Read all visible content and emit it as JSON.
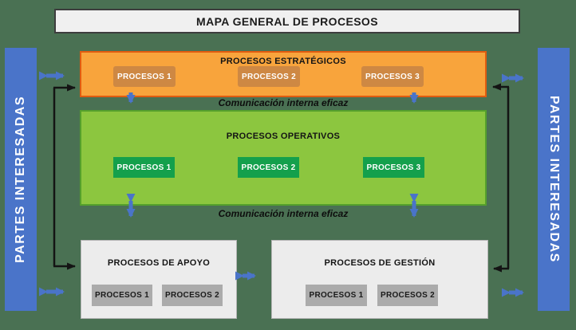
{
  "title": "MAPA GENERAL DE PROCESOS",
  "side_bars": {
    "left_label": "PARTES INTERESADAS",
    "right_label": "PARTES INTERESADAS"
  },
  "sections": {
    "strategic": {
      "title": "PROCESOS ESTRATÉGICOS",
      "items": [
        "PROCESOS 1",
        "PROCESOS 2",
        "PROCESOS 3"
      ]
    },
    "operative": {
      "title": "PROCESOS OPERATIVOS",
      "items": [
        "PROCESOS 1",
        "PROCESOS 2",
        "PROCESOS 3"
      ]
    },
    "support": {
      "title": "PROCESOS DE APOYO",
      "items": [
        "PROCESOS 1",
        "PROCESOS 2"
      ]
    },
    "management": {
      "title": "PROCESOS DE GESTIÓN",
      "items": [
        "PROCESOS 1",
        "PROCESOS 2"
      ]
    }
  },
  "labels": {
    "communication_top": "Comunicación interna eficaz",
    "communication_bottom": "Comunicación interna eficaz"
  },
  "colors": {
    "background": "#4a7153",
    "side_bar_blue": "#4a74c9",
    "strategic_fill": "#f8a43c",
    "strategic_border": "#e15c10",
    "strategic_item_fill": "#ce8843",
    "operative_fill": "#8cc63f",
    "operative_border": "#55a02c",
    "operative_item_fill": "#14a04c",
    "bottom_box_fill": "#ececec",
    "bottom_item_fill": "#ababab",
    "arrow_blue": "#4a74c9",
    "arrow_black": "#141414",
    "title_box_fill": "#f0f0f0"
  }
}
